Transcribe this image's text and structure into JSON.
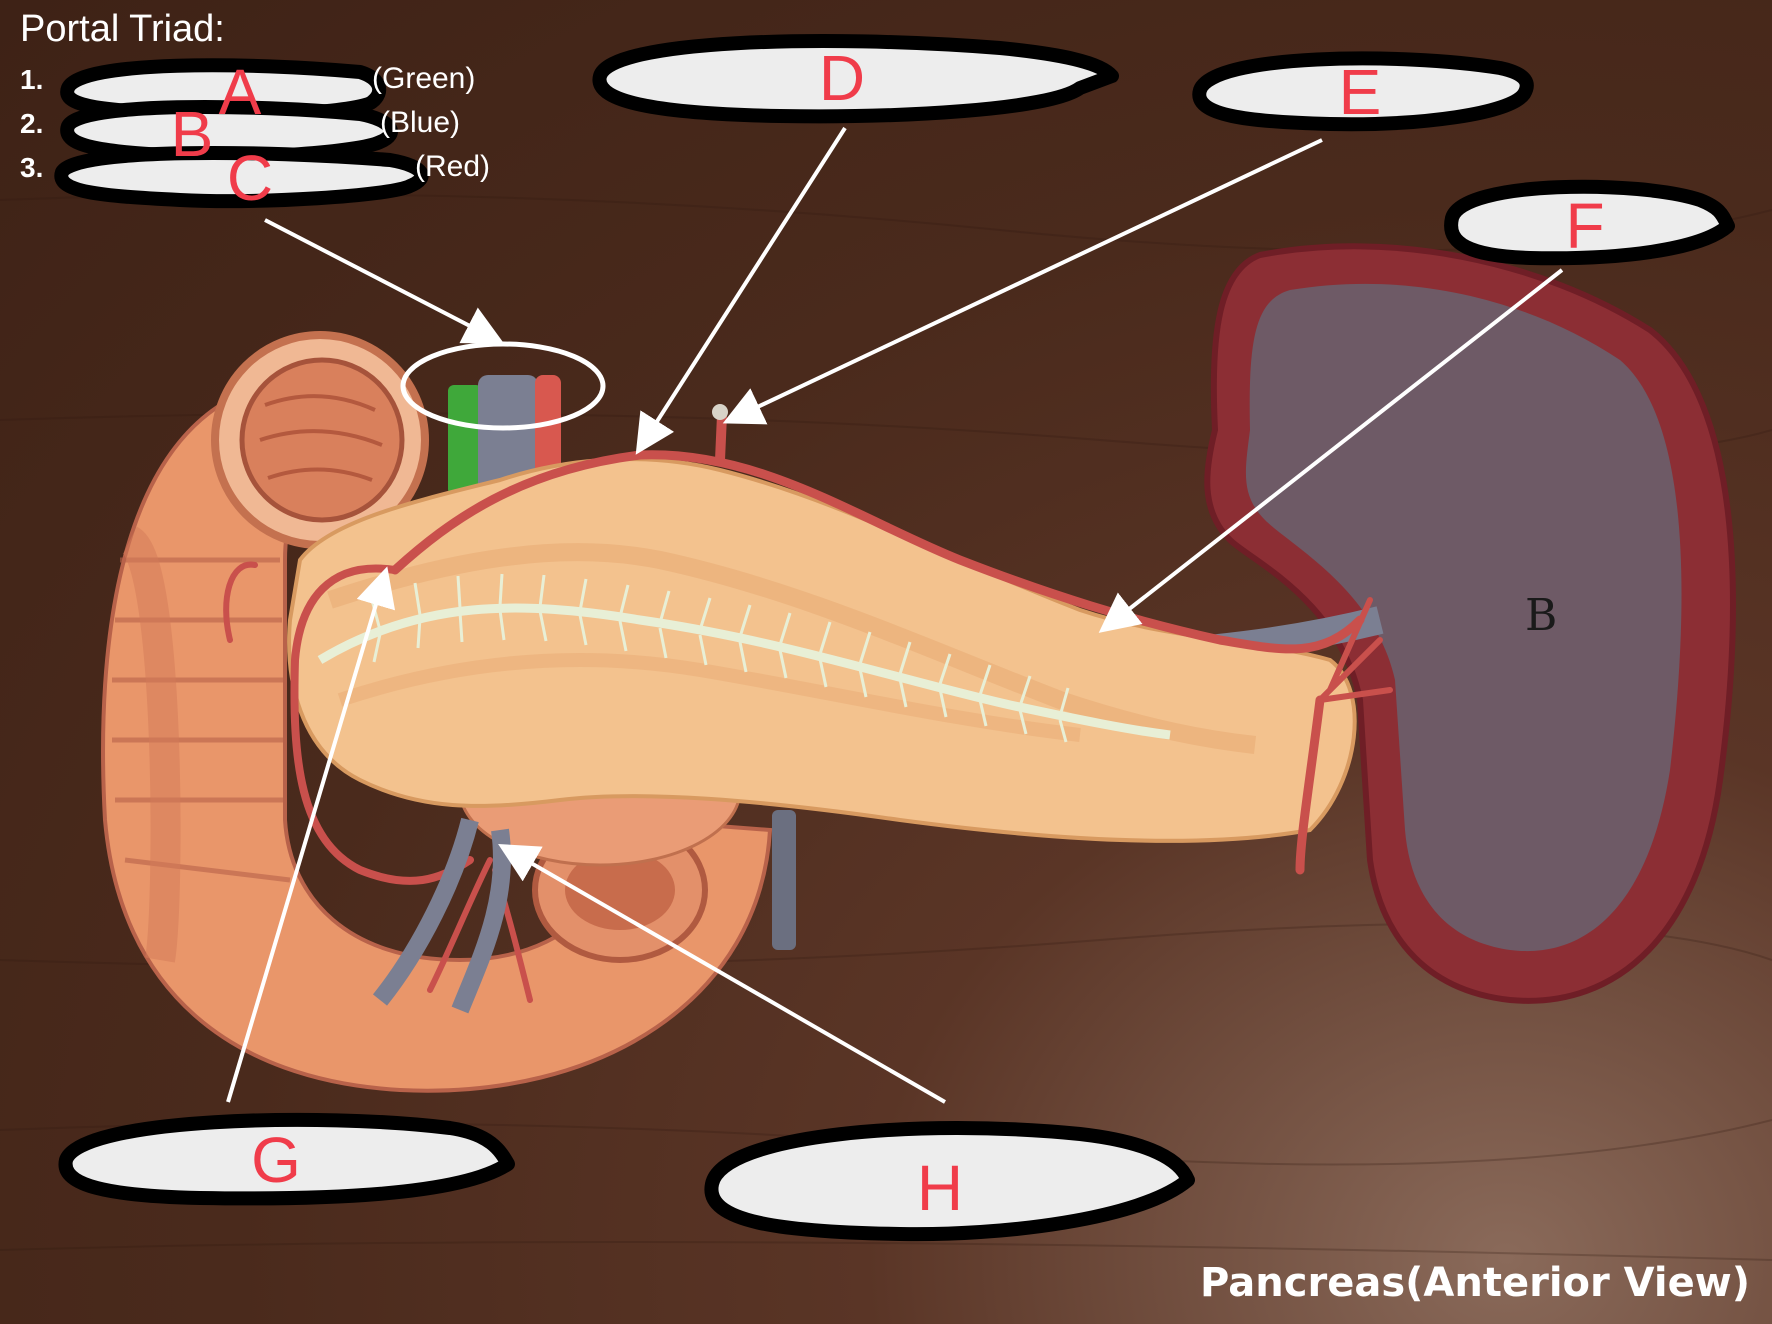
{
  "header": {
    "title": "Portal Triad:",
    "items": [
      {
        "number": "1.",
        "hint": "(Green)",
        "letter": "A"
      },
      {
        "number": "2.",
        "hint": "(Blue)",
        "letter": "B"
      },
      {
        "number": "3.",
        "hint": "(Red)",
        "letter": "C"
      }
    ]
  },
  "labels": [
    "D",
    "E",
    "F",
    "G",
    "H"
  ],
  "spleen_mark": "B",
  "caption": "Pancreas(Anterior View)",
  "colors": {
    "label_red": "#f03c4a",
    "bubble_fill": "#ededed",
    "bubble_outline": "#000000",
    "pancreas": "#f3c28e",
    "duodenum": "#e9966a",
    "spleen": "#6e5a66",
    "vessel": "#c9504c",
    "vein": "#7b7f92",
    "duct": "#e8efd6",
    "background": "#4a2a1c"
  }
}
